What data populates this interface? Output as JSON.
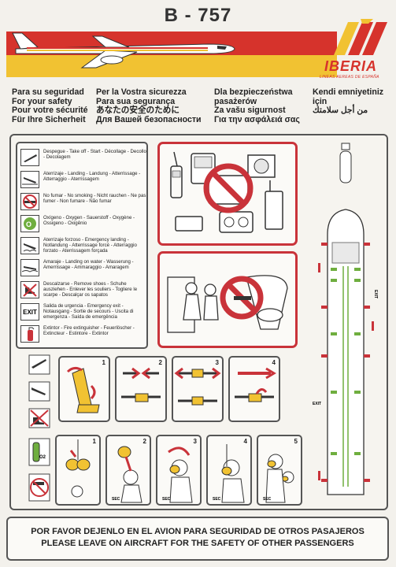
{
  "header": {
    "title": "B - 757",
    "logo_word": "IBERIA",
    "logo_sub": "LINEAS AEREAS DE ESPAÑA"
  },
  "languages": {
    "col1": [
      "Para su seguridad",
      "For your safety",
      "Pour votre sécurité",
      "Für Ihre Sicherheit"
    ],
    "col2": [
      "Per la Vostra sicurezza",
      "Para sua segurança",
      "あなたの安全のために",
      "Для Вашей безопасности"
    ],
    "col3": [
      "Dla bezpieczeństwa",
      "pasażerów",
      "Za vašu sigurnost",
      "Για την ασφάλειά σας"
    ],
    "col4": [
      "Kendi emniyetiniz",
      "için",
      "من أجل سلامتك"
    ]
  },
  "legend": [
    {
      "icon": "takeoff-icon",
      "text": "Despegue - Take off - Start - Décollage - Decollo - Decolagem"
    },
    {
      "icon": "landing-icon",
      "text": "Aterrizaje - Landing - Landung - Atterrissage - Atterraggio - Aterrissagem"
    },
    {
      "icon": "no-smoking-icon",
      "text": "No fumar - No smoking - Nicht rauchen - Ne pas fumer - Non fumare - Não fumar"
    },
    {
      "icon": "oxygen-icon",
      "text": "Oxígeno - Oxygen - Sauerstoff - Oxygène - Ossigeno - Oxigênio"
    },
    {
      "icon": "forced-landing-icon",
      "text": "Aterrizaje forzoso - Emergency landing - Notlandung - Atterrissage forcé - Atterraggio forzato - Aterrissagem forçada"
    },
    {
      "icon": "ditching-icon",
      "text": "Amaraje - Landing on water - Wasserung - Amerrissage - Ammaraggio - Amaragem"
    },
    {
      "icon": "remove-shoes-icon",
      "text": "Descalzarse - Remove shoes - Schuhe ausziehen - Enlever les souliers - Togliere le scarpe - Descalçar os sapatos"
    },
    {
      "icon": "exit-icon",
      "icon_text": "EXIT",
      "text": "Salida de urgencia - Emergency exit - Notausgang - Sortie de secours - Uscita di emergenza - Saída de emergência"
    },
    {
      "icon": "extinguisher-icon",
      "text": "Extintor - Fire extinguisher - Feuerlöscher - Extincteur - Estintore - Extintor"
    }
  ],
  "seatbelt_steps": [
    "1",
    "2",
    "3",
    "4"
  ],
  "oxygen_steps": [
    "1",
    "2",
    "3",
    "4",
    "5"
  ],
  "sec_label": "SEC",
  "oxygen_label": "O2",
  "cabin": {
    "exit_label": "EXIT"
  },
  "footer": {
    "line1": "POR FAVOR DEJENLO EN EL AVION PARA SEGURIDAD DE OTROS PASAJEROS",
    "line2": "PLEASE LEAVE ON AIRCRAFT FOR THE SAFETY OF OTHER PASSENGERS"
  },
  "colors": {
    "red": "#d6332c",
    "yellow": "#f1c232",
    "frame": "#555555"
  }
}
